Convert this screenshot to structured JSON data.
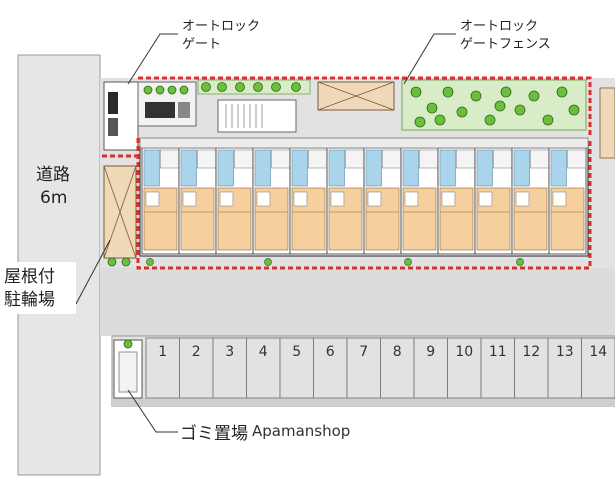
{
  "labels": {
    "autolock_gate_line1": "オートロック",
    "autolock_gate_line2": "ゲート",
    "autolock_fence_line1": "オートロック",
    "autolock_fence_line2": "ゲートフェンス",
    "road_line1": "道路",
    "road_line2": "6m",
    "bicycle_line1": "屋根付",
    "bicycle_line2": "駐輪場",
    "garbage": "ゴミ置場"
  },
  "watermark": "Apamanshop",
  "parking": {
    "spaces": [
      "1",
      "2",
      "3",
      "4",
      "5",
      "6",
      "7",
      "8",
      "9",
      "10",
      "11",
      "12",
      "13",
      "14"
    ]
  },
  "colors": {
    "fence_red": "#d8302a",
    "unit_floor": "#f6cf9e",
    "unit_blue": "#a9d4ec",
    "tree_green": "#6cbf3c",
    "lot_gray": "#d9d9d9",
    "road_gray": "#e6e6e6"
  }
}
